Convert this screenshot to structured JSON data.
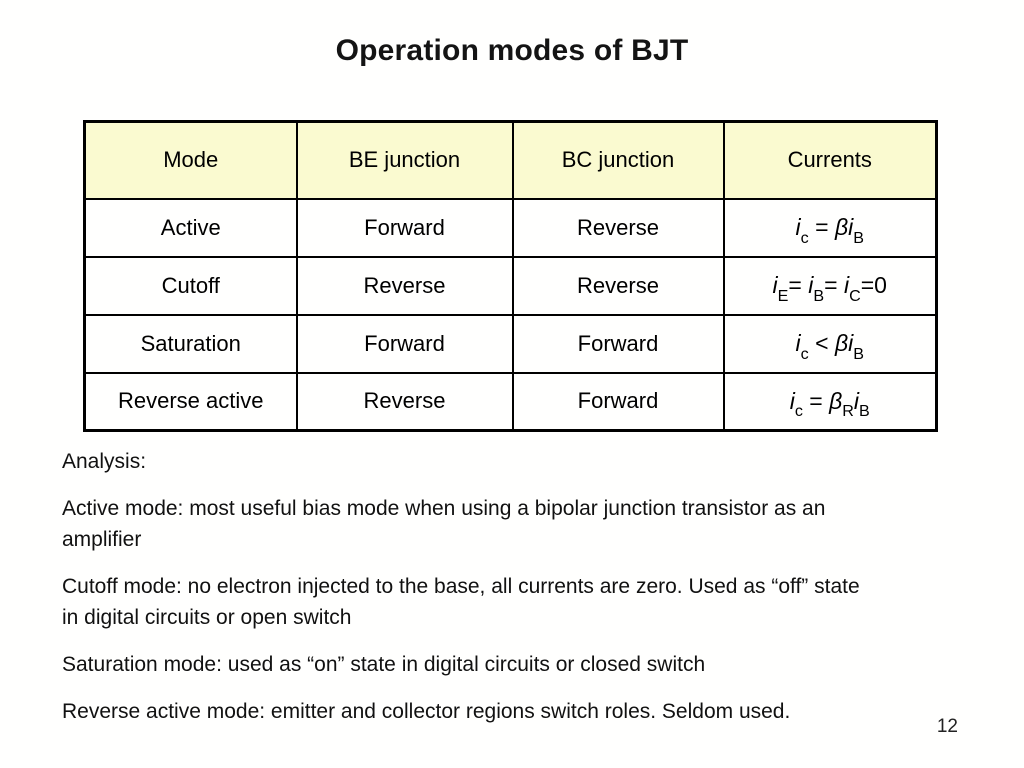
{
  "slide": {
    "title": "Operation modes of BJT",
    "page_number": "12",
    "background_color": "#fffffe"
  },
  "table": {
    "header_bg": "#fafad0",
    "border_color": "#000000",
    "headers": [
      "Mode",
      "BE junction",
      "BC junction",
      "Currents"
    ],
    "rows": [
      {
        "mode": "Active",
        "be_junction": "Forward",
        "bc_junction": "Reverse"
      },
      {
        "mode": "Cutoff",
        "be_junction": "Reverse",
        "bc_junction": "Reverse"
      },
      {
        "mode": "Saturation",
        "be_junction": "Forward",
        "bc_junction": "Forward"
      },
      {
        "mode": "Reverse active",
        "be_junction": "Reverse",
        "bc_junction": "Forward"
      }
    ],
    "currents": [
      [
        {
          "t": "i",
          "it": true
        },
        {
          "t": "c",
          "sub": true
        },
        {
          "t": " = "
        },
        {
          "t": "β",
          "it": true
        },
        {
          "t": "i",
          "it": true
        },
        {
          "t": "B",
          "sub": true
        }
      ],
      [
        {
          "t": "i",
          "it": true
        },
        {
          "t": "E",
          "sub": true
        },
        {
          "t": "= "
        },
        {
          "t": "i",
          "it": true
        },
        {
          "t": "B",
          "sub": true
        },
        {
          "t": "= "
        },
        {
          "t": "i",
          "it": true
        },
        {
          "t": "C",
          "sub": true
        },
        {
          "t": "=0"
        }
      ],
      [
        {
          "t": "i",
          "it": true
        },
        {
          "t": "c",
          "sub": true
        },
        {
          "t": " < "
        },
        {
          "t": "β",
          "it": true
        },
        {
          "t": "i",
          "it": true
        },
        {
          "t": "B",
          "sub": true
        }
      ],
      [
        {
          "t": "i",
          "it": true
        },
        {
          "t": "c",
          "sub": true
        },
        {
          "t": " = "
        },
        {
          "t": "β",
          "it": true
        },
        {
          "t": "R",
          "sub": true
        },
        {
          "t": "i",
          "it": true
        },
        {
          "t": "B",
          "sub": true
        }
      ]
    ]
  },
  "analysis": {
    "heading": "Analysis:",
    "paragraphs": [
      "Active mode: most useful bias mode when using a bipolar junction transistor as an\namplifier",
      "Cutoff mode: no electron injected to the base, all currents are zero. Used as “off” state\nin digital circuits or open switch",
      "Saturation mode: used as “on” state in digital circuits or closed switch",
      "Reverse active mode: emitter and collector regions switch roles. Seldom used."
    ]
  }
}
